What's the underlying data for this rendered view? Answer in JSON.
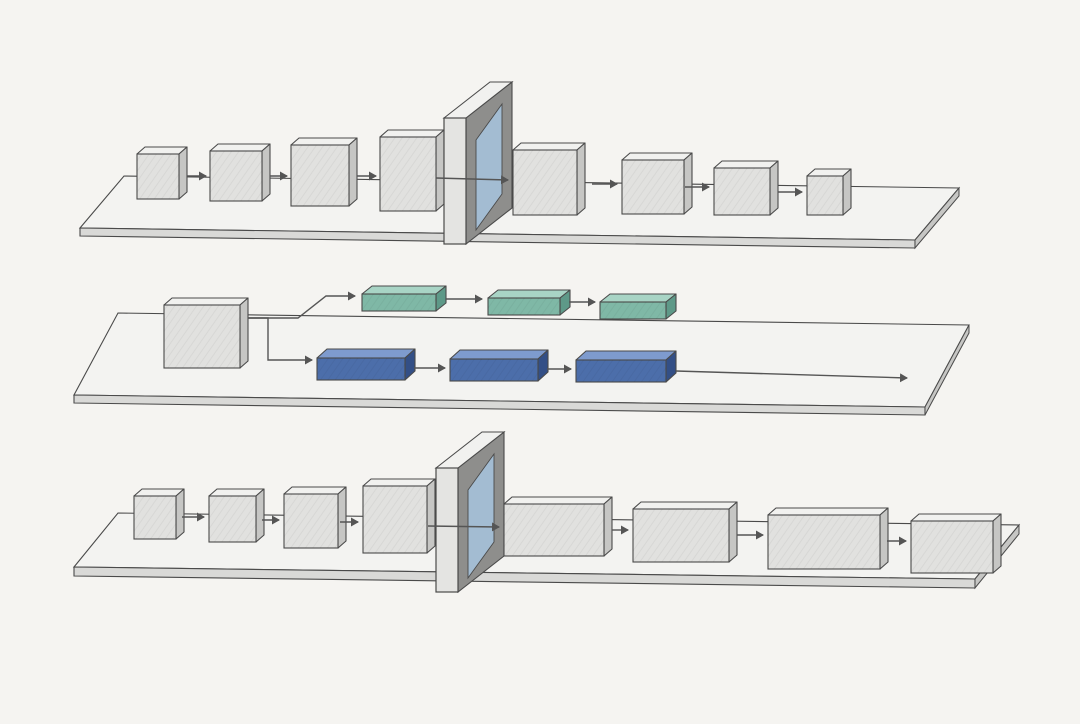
{
  "colors": {
    "background": "#f5f4f1",
    "platform_top": "#f3f3f1",
    "platform_front": "#d9d9d7",
    "block_front": "#e1e1df",
    "block_top": "#f1f1ef",
    "block_side": "#c6c6c4",
    "stroke": "#4a4a4a",
    "arrow": "#555555",
    "teal_front": "#7fb8a6",
    "teal_top": "#a8d4c5",
    "teal_side": "#5e9988",
    "blue_front": "#4c6eaa",
    "blue_top": "#7e9bce",
    "blue_side": "#334f86",
    "gate_front": "#e4e4e2",
    "gate_glass": "#a7c4de",
    "gate_side": "#8e8e8c"
  },
  "diagram": {
    "rows": [
      {
        "name": "top-pipeline",
        "blocks_before_gate": 4,
        "has_gate": true,
        "blocks_after_gate": 4
      },
      {
        "name": "branching-pipeline",
        "source_block": 1,
        "branches": [
          {
            "name": "teal-branch",
            "color": "teal",
            "blocks": 3
          },
          {
            "name": "blue-branch",
            "color": "blue",
            "blocks": 3,
            "output_arrow": true
          }
        ]
      },
      {
        "name": "bottom-pipeline",
        "blocks_before_gate": 4,
        "has_gate": true,
        "blocks_after_gate": 4
      }
    ]
  }
}
